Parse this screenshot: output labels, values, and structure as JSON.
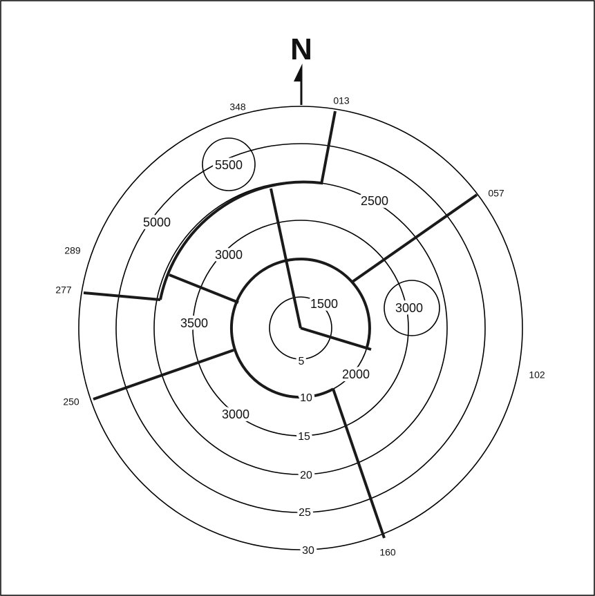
{
  "north_label": "N",
  "distance_rings": [
    "5",
    "10",
    "15",
    "20",
    "25",
    "30"
  ],
  "bearings": {
    "b348": "348",
    "b013": "013",
    "b057": "057",
    "b289": "289",
    "b277": "277",
    "b250": "250",
    "b102": "102",
    "b160": "160"
  },
  "altitudes": {
    "a5500": "5500",
    "a5000": "5000",
    "a2500": "2500",
    "a3000_nw": "3000",
    "a1500": "1500",
    "a3000_e": "3000",
    "a3500": "3500",
    "a2000": "2000",
    "a3000_sw": "3000"
  }
}
